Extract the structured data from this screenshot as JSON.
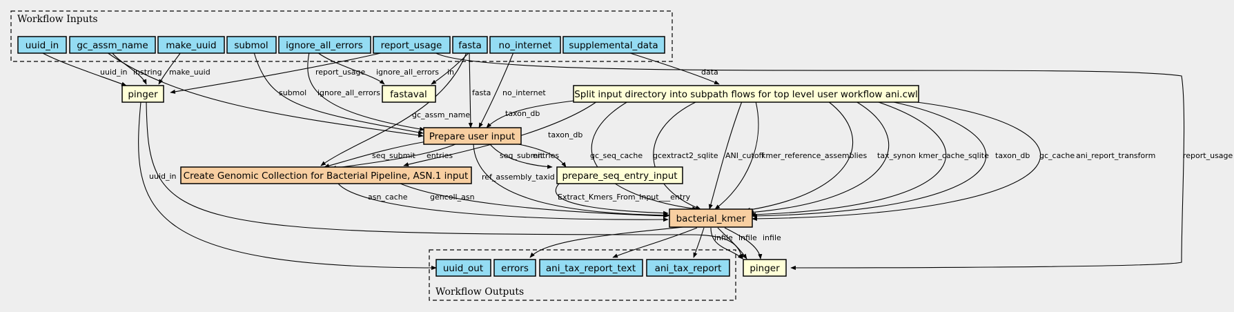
{
  "colors": {
    "background": "#eeeeee",
    "input_output": "#94dcf3",
    "step": "#ffffd7",
    "workflow": "#f8cfa1",
    "stroke": "#000000"
  },
  "clusters": {
    "inputs_label": "Workflow Inputs",
    "outputs_label": "Workflow Outputs"
  },
  "nodes": {
    "uuid_in": "uuid_in",
    "gc_assm_name": "gc_assm_name",
    "make_uuid": "make_uuid",
    "submol": "submol",
    "ignore_all_errors": "ignore_all_errors",
    "report_usage": "report_usage",
    "fasta": "fasta",
    "no_internet": "no_internet",
    "supplemental_data": "supplemental_data",
    "pinger_top": "pinger",
    "fastaval": "fastaval",
    "split_input": "Split input directory into subpath flows for top level user workflow ani.cwl",
    "prepare_user_input": "Prepare user input",
    "create_genomic": "Create Genomic Collection for Bacterial Pipeline, ASN.1 input",
    "prepare_seq_entry": "prepare_seq_entry_input",
    "bacterial_kmer": "bacterial_kmer",
    "uuid_out": "uuid_out",
    "errors": "errors",
    "ani_tax_report_text": "ani_tax_report_text",
    "ani_tax_report": "ani_tax_report",
    "pinger_bottom": "pinger"
  },
  "edge_labels": {
    "uuid_in": "uuid_in",
    "instring": "instring",
    "make_uuid": "make_uuid",
    "report_usage_pinger": "report_usage",
    "ignore_all_errors_fastaval": "ignore_all_errors",
    "in": "in",
    "data": "data",
    "submol": "submol",
    "ignore_all_errors_prep": "ignore_all_errors",
    "fasta": "fasta",
    "no_internet": "no_internet",
    "gc_assm_name": "gc_assm_name",
    "taxon_db_prep": "taxon_db",
    "taxon_db_create": "taxon_db",
    "seq_submit_create": "seq_submit",
    "entries_create": "entries",
    "seq_submit_seq": "seq_submit",
    "entries_seq": "entries",
    "ref_assembly_taxid": "ref_assembly_taxid",
    "gc_seq_cache": "gc_seq_cache",
    "gcextract2_sqlite": "gcextract2_sqlite",
    "ani_cutoff": "ANI_cutoff",
    "kmer_reference_assemblies": "kmer_reference_assemblies",
    "tax_synon": "tax_synon",
    "kmer_cache_sqlite": "kmer_cache_sqlite",
    "taxon_db_kmer": "taxon_db",
    "gc_cache": "gc_cache",
    "ani_report_transform": "ani_report_transform",
    "report_usage_bottom": "report_usage",
    "uuid_in_out": "uuid_in",
    "asn_cache": "asn_cache",
    "gencoll_asn": "gencoll_asn",
    "extract_kmers": "Extract_Kmers_From_Input___entry",
    "infile1": "infile",
    "infile2": "infile",
    "infile3": "infile"
  }
}
